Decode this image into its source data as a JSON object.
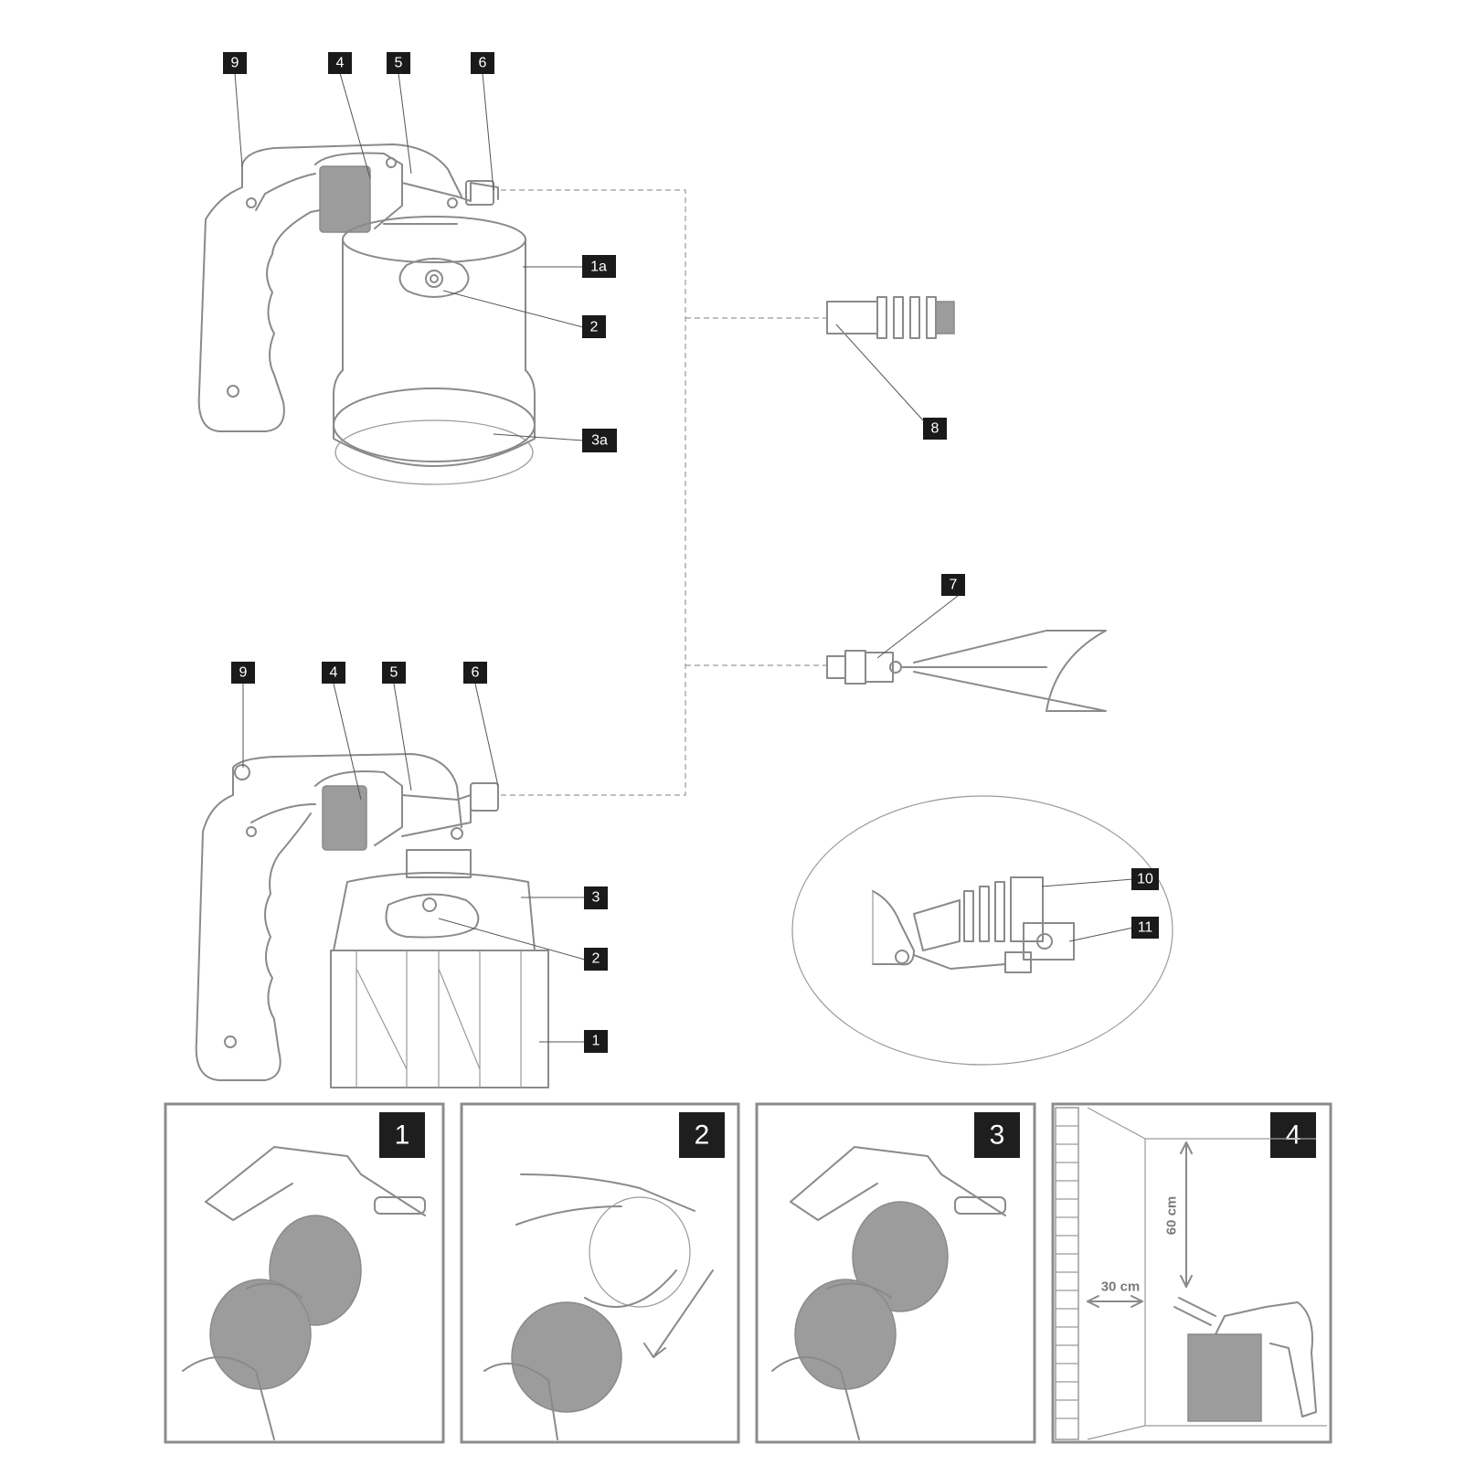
{
  "callouts_top": [
    "9",
    "4",
    "5",
    "6",
    "1a",
    "2",
    "3a",
    "8"
  ],
  "callouts_bottom": [
    "9",
    "4",
    "5",
    "6",
    "3",
    "2",
    "1",
    "7",
    "10",
    "11"
  ],
  "steps": [
    "1",
    "2",
    "3",
    "4"
  ],
  "dimensions": {
    "vertical": "60 cm",
    "horizontal": "30 cm"
  },
  "colors": {
    "line": "#8a8a8a",
    "label_bg": "#1a1a1a",
    "label_text": "#ffffff"
  }
}
